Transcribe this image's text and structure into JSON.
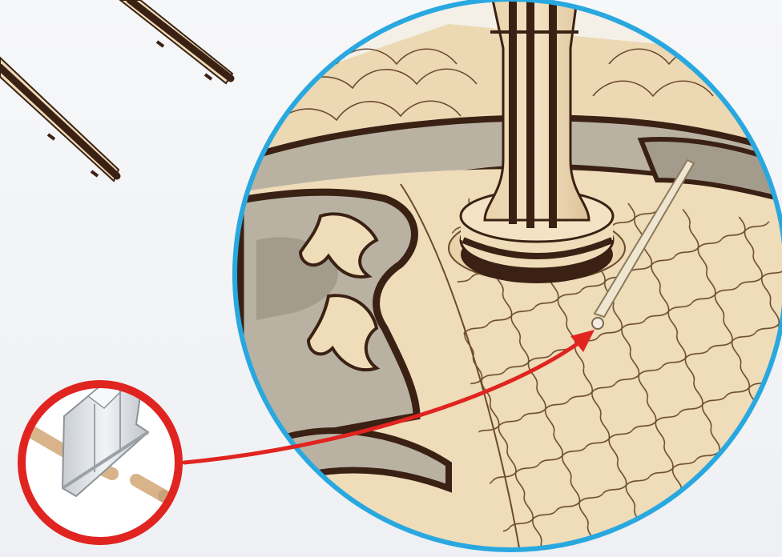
{
  "colors": {
    "background": "#f3f4f6",
    "wood_light": "#efdcb8",
    "wood_mid": "#e3c99a",
    "wood_dark": "#3a2114",
    "wood_edge": "#5a341c",
    "cutout_shadow": "#b9b2a3",
    "magnifier_ring": "#29a8e0",
    "detail_ring": "#e02420",
    "arrow": "#e02420",
    "dowel": "#d9b48a",
    "blade": "#d9dde2"
  },
  "icons": {
    "magnified_view": "magnifier-circle",
    "part_detail": "part-detail-circle",
    "pointer_arrow": "curved-arrow"
  }
}
